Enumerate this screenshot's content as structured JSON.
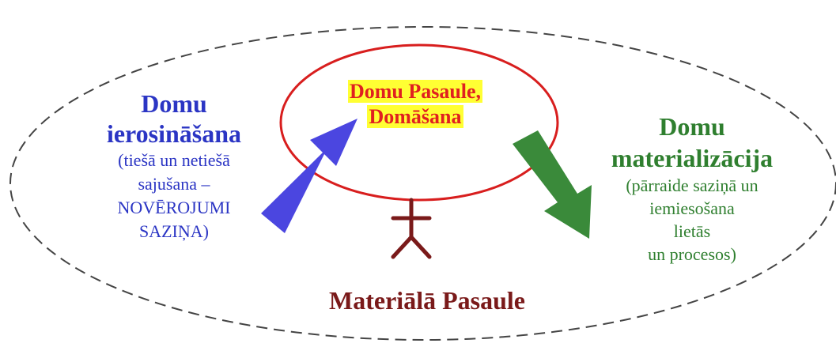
{
  "center": {
    "line1": "Domu Pasaule,",
    "line2": "Domāšana",
    "text_color": "#e02020",
    "highlight_color": "#ffff33",
    "circle_color": "#d81e1e"
  },
  "left": {
    "title_line1": "Domu",
    "title_line2": "ierosināšana",
    "body": [
      "(tiešā un  netiešā",
      "sajušana –",
      "NOVĒROJUMI",
      "SAZIŅA)"
    ],
    "color": "#2b35c4"
  },
  "right": {
    "title_line1": "Domu",
    "title_line2": "materializācija",
    "body": [
      "(pārraide saziņā un",
      "iemiesošana",
      "lietās",
      "un procesos)"
    ],
    "color": "#2f7f2f"
  },
  "bottom": {
    "label": "Materiālā Pasaule",
    "color": "#7a1a1a"
  },
  "icons": {
    "person": "stick-figure-icon",
    "left_arrow": "arrow-up-right-icon",
    "right_arrow": "arrow-down-right-icon"
  },
  "arrow_colors": {
    "left": "#4b46e0",
    "right": "#3a8a3a"
  }
}
